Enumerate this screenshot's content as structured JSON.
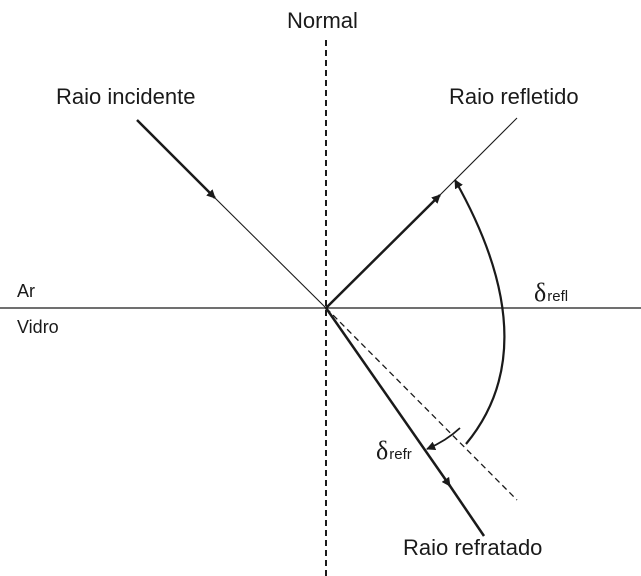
{
  "labels": {
    "normal": "Normal",
    "incident": "Raio incidente",
    "reflected": "Raio refletido",
    "refracted": "Raio refratado",
    "air": "Ar",
    "glass": "Vidro"
  },
  "angles": {
    "reflection": {
      "symbol": "δ",
      "subscript": "refl"
    },
    "refraction": {
      "symbol": "δ",
      "subscript": "refr"
    }
  },
  "colors": {
    "ink": "#1a1a1a"
  }
}
